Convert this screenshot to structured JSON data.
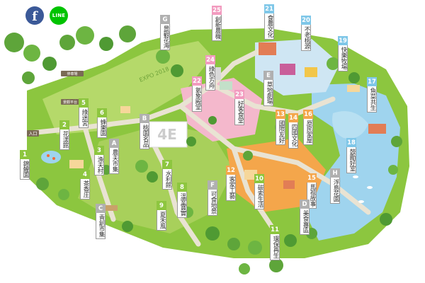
{
  "social": {
    "facebook": {
      "glyph": "f",
      "color": "#3b5998"
    },
    "line": {
      "glyph": "LINE",
      "color": "#00c300"
    }
  },
  "map": {
    "entrance_label": "入口",
    "sign_labels": [
      "停車場",
      "景觀平台",
      "EXPO 2018"
    ],
    "colors": {
      "grass": "#8cc63f",
      "lawn": "#b5d96a",
      "path": "#e9e3d3",
      "water": "#9fd4ee",
      "plaza_pink": "#f4b8cc",
      "plaza_orange": "#f4a64b"
    }
  },
  "markers": [
    {
      "id": "1",
      "label": "錦鯉園",
      "color": "#8dc63f"
    },
    {
      "id": "2",
      "label": "花漾館",
      "color": "#8dc63f"
    },
    {
      "id": "3",
      "label": "漁夫村",
      "color": "#8dc63f"
    },
    {
      "id": "4",
      "label": "茶香庄",
      "color": "#8dc63f"
    },
    {
      "id": "5",
      "label": "綠迷宮",
      "color": "#8dc63f"
    },
    {
      "id": "6",
      "label": "蜂樂園",
      "color": "#8dc63f"
    },
    {
      "id": "7",
      "label": "水利館",
      "color": "#8dc63f"
    },
    {
      "id": "8",
      "label": "溫室寶實",
      "color": "#8dc63f"
    },
    {
      "id": "9",
      "label": "夏禾風",
      "color": "#8dc63f"
    },
    {
      "id": "10",
      "label": "碳索生活",
      "color": "#8dc63f"
    },
    {
      "id": "11",
      "label": "環保再生",
      "color": "#8dc63f"
    },
    {
      "id": "12",
      "label": "客家工藝",
      "color": "#f4a64b"
    },
    {
      "id": "13",
      "label": "國際友好",
      "color": "#f4a64b"
    },
    {
      "id": "14",
      "label": "四國文化",
      "color": "#f4a64b"
    },
    {
      "id": "15",
      "label": "馬祖故事",
      "color": "#f4a64b"
    },
    {
      "id": "16",
      "label": "原民家屋",
      "color": "#f4a64b"
    },
    {
      "id": "17",
      "label": "魚菜共生",
      "color": "#7fc7e8"
    },
    {
      "id": "18",
      "label": "鼓勵好室",
      "color": "#7fc7e8"
    },
    {
      "id": "19",
      "label": "快樂牧場",
      "color": "#7fc7e8"
    },
    {
      "id": "20",
      "label": "不老桃源",
      "color": "#7fc7e8"
    },
    {
      "id": "21",
      "label": "食農文化",
      "color": "#7fc7e8"
    },
    {
      "id": "22",
      "label": "氣象殿堂",
      "color": "#f29bbf"
    },
    {
      "id": "23",
      "label": "好客食堂",
      "color": "#f29bbf"
    },
    {
      "id": "24",
      "label": "綠色方舟",
      "color": "#f29bbf"
    },
    {
      "id": "25",
      "label": "創新農機",
      "color": "#f29bbf"
    },
    {
      "id": "A",
      "label": "農夫市集",
      "color": "#b0b0b0"
    },
    {
      "id": "B",
      "label": "桃園名品",
      "color": "#b0b0b0"
    },
    {
      "id": "C",
      "label": "青創市集",
      "color": "#b0b0b0"
    },
    {
      "id": "D",
      "label": "美食專區",
      "color": "#b0b0b0"
    },
    {
      "id": "E",
      "label": "草地劇場",
      "color": "#b0b0b0"
    },
    {
      "id": "F",
      "label": "可食地景",
      "color": "#b0b0b0"
    },
    {
      "id": "G",
      "label": "景觀花海",
      "color": "#b0b0b0"
    },
    {
      "id": "H",
      "label": "浮島花園",
      "color": "#b0b0b0"
    }
  ]
}
